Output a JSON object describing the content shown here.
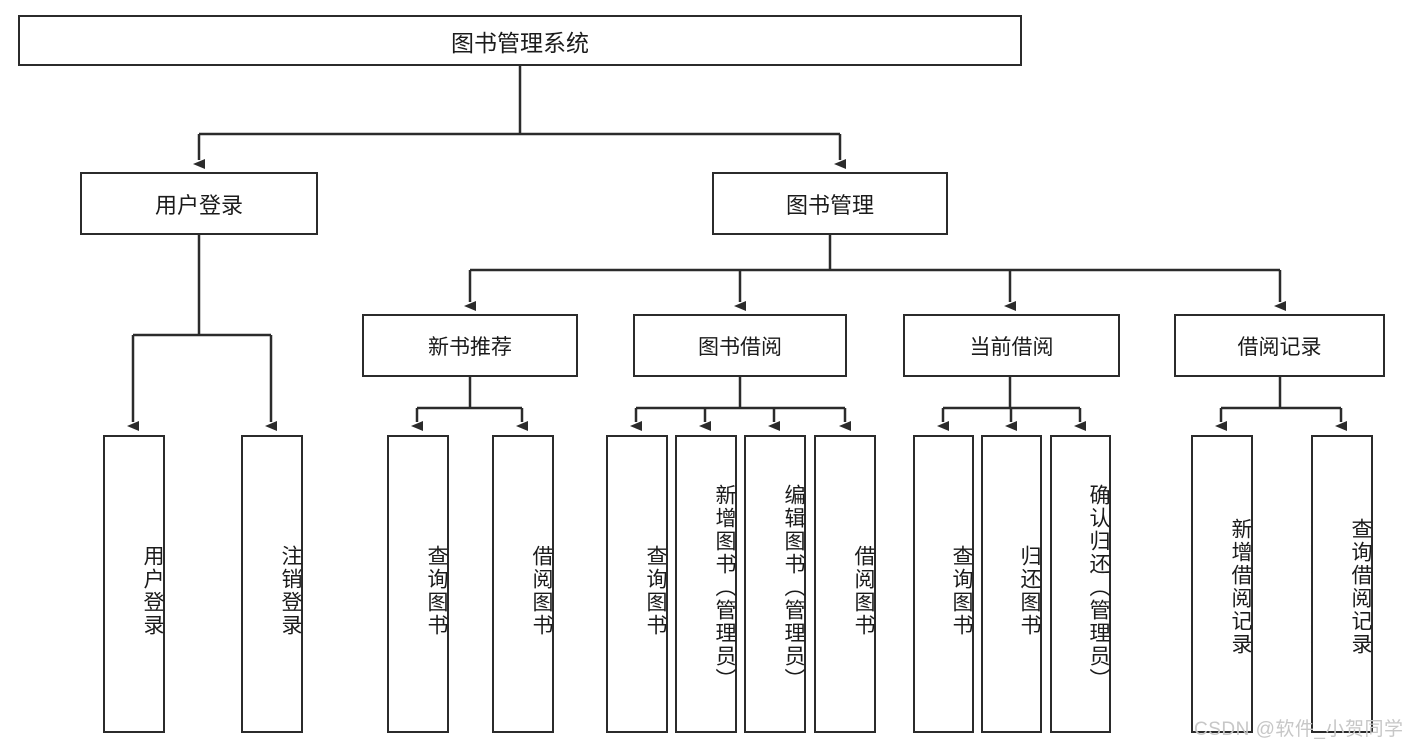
{
  "diagram": {
    "title": "图书管理系统",
    "type": "tree-hierarchy",
    "levels": 4
  },
  "root": {
    "label": "图书管理系统"
  },
  "level1": [
    {
      "label": "用户登录"
    },
    {
      "label": "图书管理"
    }
  ],
  "level2": [
    {
      "label": "新书推荐"
    },
    {
      "label": "图书借阅"
    },
    {
      "label": "当前借阅"
    },
    {
      "label": "借阅记录"
    }
  ],
  "leaves": {
    "user_login": [
      {
        "label": "用户登录"
      },
      {
        "label": "注销登录"
      }
    ],
    "new_book_recommend": [
      {
        "label": "查询图书"
      },
      {
        "label": "借阅图书"
      }
    ],
    "book_borrow": [
      {
        "label": "查询图书"
      },
      {
        "label": "新增图书（管理员）"
      },
      {
        "label": "编辑图书（管理员）"
      },
      {
        "label": "借阅图书"
      }
    ],
    "current_borrow": [
      {
        "label": "查询图书"
      },
      {
        "label": "归还图书"
      },
      {
        "label": "确认归还（管理员）"
      }
    ],
    "borrow_record": [
      {
        "label": "新增借阅记录"
      },
      {
        "label": "查询借阅记录"
      }
    ]
  },
  "watermark": {
    "text": "CSDN @软件_小贺同学"
  },
  "colors": {
    "border": "#2b2b2b",
    "text": "#1b1b1b",
    "background": "#ffffff",
    "watermark": "#c7c7c7"
  }
}
